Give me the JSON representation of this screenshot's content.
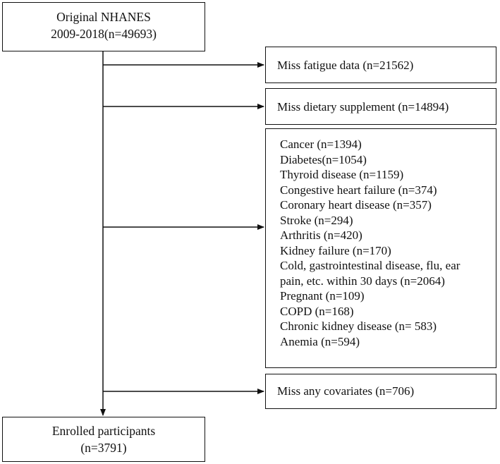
{
  "start": {
    "line1": "Original NHANES",
    "line2": "2009-2018(n=49693)"
  },
  "exclusions": {
    "fatigue": "Miss fatigue data (n=21562)",
    "supplement": "Miss dietary supplement (n=14894)",
    "conditions": [
      "Cancer (n=1394)",
      "Diabetes(n=1054)",
      "Thyroid disease (n=1159)",
      "Congestive heart failure (n=374)",
      "Coronary heart disease (n=357)",
      "Stroke (n=294)",
      "Arthritis (n=420)",
      "Kidney failure (n=170)",
      "Cold, gastrointestinal disease, flu, ear",
      "pain, etc. within 30 days (n=2064)",
      "Pregnant (n=109)",
      "COPD (n=168)",
      "Chronic kidney disease (n= 583)",
      "Anemia (n=594)"
    ],
    "covariates": "Miss any covariates (n=706)"
  },
  "end": {
    "line1": "Enrolled participants",
    "line2": "(n=3791)"
  }
}
